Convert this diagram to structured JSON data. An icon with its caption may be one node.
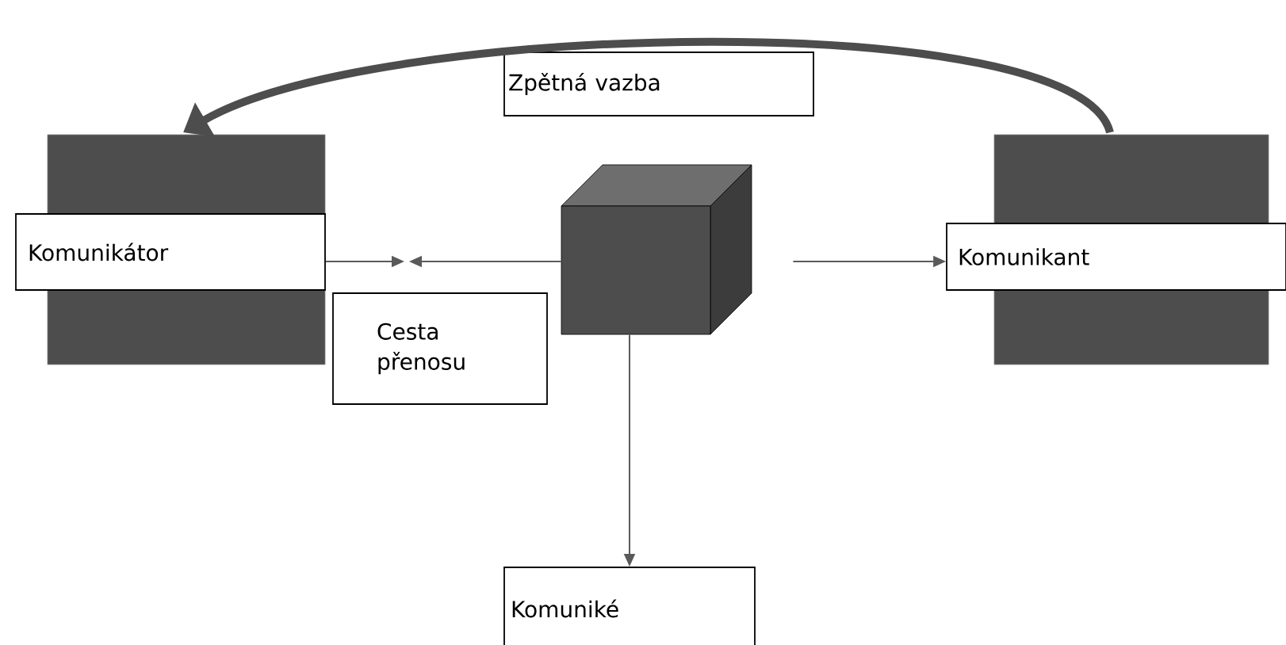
{
  "diagram": {
    "nodes": [
      {
        "text": [
          "Komunikátor"
        ]
      },
      {
        "text": [
          "Zpětná vazba"
        ]
      },
      {
        "text": [],
        "shape": "cube"
      },
      {
        "text": [
          "Komunikant"
        ]
      },
      {
        "text": [
          "Cesta přenosu"
        ]
      },
      {
        "text": [
          "Komuniké"
        ]
      }
    ],
    "edges": [
      {
        "from": 3,
        "to": 0,
        "arrow": "to",
        "style": "thick"
      },
      {
        "from": 0,
        "to": null,
        "arrow": "to"
      },
      {
        "from": 2,
        "to": null,
        "arrow": "to"
      },
      {
        "from": 2,
        "to": 3,
        "arrow": "to"
      },
      {
        "from": 2,
        "to": 5,
        "arrow": "to"
      }
    ]
  }
}
